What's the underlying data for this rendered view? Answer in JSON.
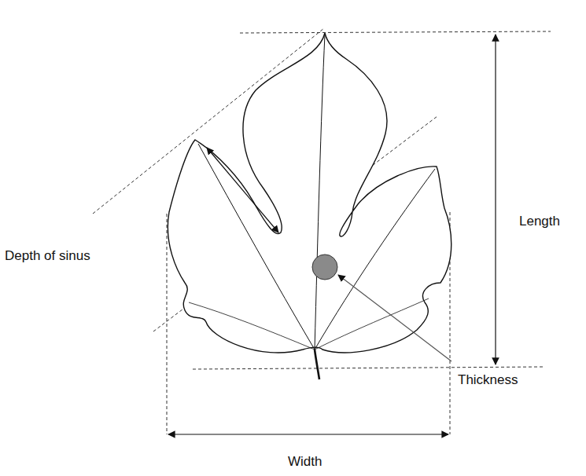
{
  "diagram": {
    "labels": [
      "Length",
      "Depth of sinus",
      "Thickness",
      "Width"
    ]
  }
}
